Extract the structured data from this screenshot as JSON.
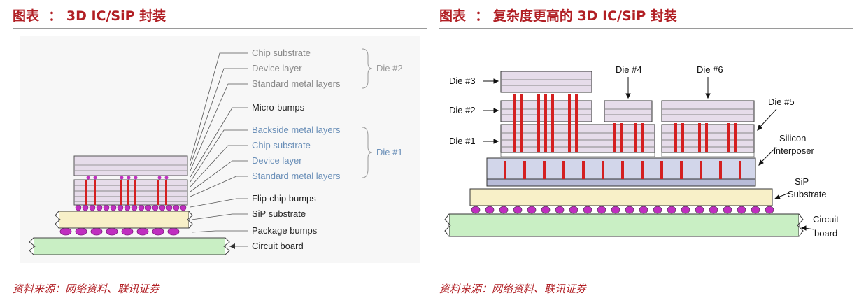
{
  "left_panel": {
    "title": "图表  ： 3D IC/SiP 封装",
    "source": "资料来源：网络资料、联讯证券",
    "labels": {
      "chip_substrate_2": "Chip substrate",
      "device_layer_2": "Device layer",
      "standard_metal_2": "Standard metal layers",
      "die2": "Die #2",
      "micro_bumps": "Micro-bumps",
      "backside_metal": "Backside metal layers",
      "chip_substrate_1": "Chip substrate",
      "device_layer_1": "Device layer",
      "standard_metal_1": "Standard metal layers",
      "die1": "Die #1",
      "flip_chip": "Flip-chip bumps",
      "sip_substrate": "SiP substrate",
      "package_bumps": "Package bumps",
      "circuit_board": "Circuit board"
    }
  },
  "right_panel": {
    "title": "图表  ： 复杂度更高的 3D IC/SiP 封装",
    "source": "资料来源：网络资料、联讯证券",
    "labels": {
      "die3": "Die #3",
      "die2": "Die #2",
      "die1": "Die #1",
      "die4": "Die #4",
      "die6": "Die #6",
      "die5": "Die #5",
      "silicon": "Silicon",
      "interposer": "interposer",
      "sip": "SiP",
      "substrate": "Substrate",
      "circuit": "Circuit",
      "board": "board"
    }
  },
  "colors": {
    "title_red": "#b11f24",
    "tsv_red": "#d42020",
    "bump_magenta": "#c02ec0",
    "board_green": "#c9efc4",
    "substrate_yellow": "#f8f0c8",
    "die_lavender": "#e6dcea",
    "callout_blue": "#6a8fb8"
  }
}
